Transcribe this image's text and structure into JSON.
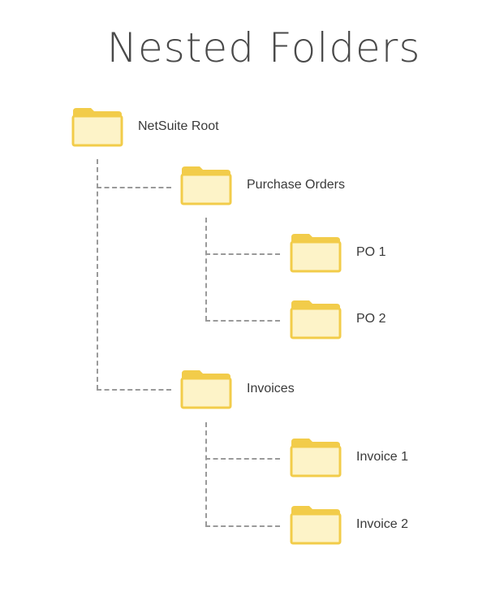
{
  "title": "Nested Folders",
  "colors": {
    "folder_fill": "#fdf3c8",
    "folder_stroke": "#f2cc4a",
    "connector": "#9a9a9a",
    "text": "#3a3a3a"
  },
  "tree": {
    "root": {
      "label": "NetSuite Root",
      "icon": "folder-icon"
    },
    "children": [
      {
        "label": "Purchase Orders",
        "icon": "folder-icon",
        "children": [
          {
            "label": "PO 1",
            "icon": "folder-icon"
          },
          {
            "label": "PO 2",
            "icon": "folder-icon"
          }
        ]
      },
      {
        "label": "Invoices",
        "icon": "folder-icon",
        "children": [
          {
            "label": "Invoice 1",
            "icon": "folder-icon"
          },
          {
            "label": "Invoice 2",
            "icon": "folder-icon"
          }
        ]
      }
    ]
  }
}
